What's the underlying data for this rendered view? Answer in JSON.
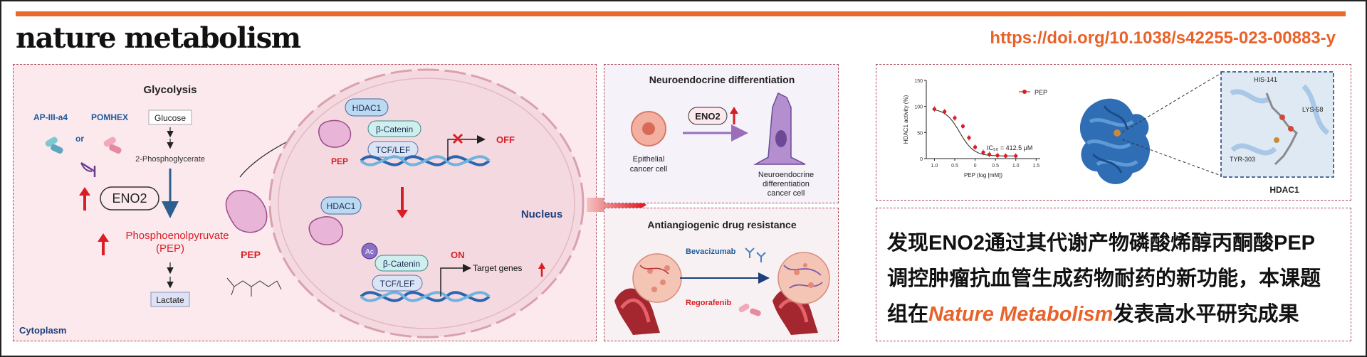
{
  "header": {
    "journal_logo": "nature metabolism",
    "doi": "https://doi.org/10.1038/s42255-023-00883-y"
  },
  "colors": {
    "accent": "#ea6a2d",
    "dna_blue": "#2a66b0",
    "up_arrow_red": "#d81e24",
    "panel_pink": "#fbe9ee",
    "border": "#b04a5a"
  },
  "mechanism_panel": {
    "glycolysis_title": "Glycolysis",
    "inhibitors": [
      "AP-III-a4",
      "POMHEX"
    ],
    "or_label": "or",
    "glucose": "Glucose",
    "intermediate": "2-Phosphoglycerate",
    "enzyme": "ENO2",
    "product_line1": "Phosphoenolpyruvate",
    "product_line2": "(PEP)",
    "lactate": "Lactate",
    "pep_label": "PEP",
    "cytoplasm_label": "Cytoplasm",
    "nucleus_label": "Nucleus",
    "hdac1": "HDAC1",
    "beta_catenin": "β-Catenin",
    "tcf_lef": "TCF/LEF",
    "off_label": "OFF",
    "on_label": "ON",
    "ac_label": "Ac",
    "target_genes": "Target genes"
  },
  "neuroendocrine_panel": {
    "title": "Neuroendocrine differentiation",
    "enzyme": "ENO2",
    "left_cell": [
      "Epithelial",
      "cancer cell"
    ],
    "right_cell": [
      "Neuroendocrine",
      "differentiation",
      "cancer cell"
    ]
  },
  "antiangiogenic_panel": {
    "title": "Antiangiogenic drug resistance",
    "drug1": "Bevacizumab",
    "drug2": "Regorafenib"
  },
  "hdac1_panel": {
    "legend": "PEP",
    "ic50_text": "IC₅₀ = 412.5 μM",
    "protein_label": "HDAC1",
    "residues": [
      "HIS-141",
      "LYS-58",
      "TYR-303"
    ],
    "chart_title": "",
    "xlabel": "PEP (log [mM])",
    "ylabel": "HDAC1 activity (%)",
    "xticks": [
      "1.0",
      "0.5",
      "0",
      "0.5",
      "1.0",
      "1.5"
    ],
    "yticks": [
      "0",
      "50",
      "100",
      "150"
    ]
  },
  "chart_data": {
    "type": "scatter",
    "title": "",
    "xlabel": "PEP (log [mM])",
    "ylabel": "HDAC1 activity (%)",
    "xlim": [
      -1.2,
      1.6
    ],
    "ylim": [
      0,
      150
    ],
    "series": [
      {
        "name": "PEP",
        "x": [
          -1.0,
          -0.75,
          -0.5,
          -0.3,
          -0.15,
          0.0,
          0.2,
          0.35,
          0.55,
          0.75,
          1.0
        ],
        "y": [
          95,
          90,
          78,
          62,
          40,
          22,
          12,
          8,
          6,
          5,
          5
        ]
      }
    ],
    "annotation": "IC₅₀ = 412.5 μM"
  },
  "summary": {
    "line1": "发现ENO2通过其代谢产物磷酸烯醇丙酮酸PEP",
    "line2": "调控肿瘤抗血管生成药物耐药的新功能，本课题",
    "line3_pre": "组在",
    "line3_journal": "Nature Metabolism",
    "line3_post": "发表高水平研究成果"
  }
}
